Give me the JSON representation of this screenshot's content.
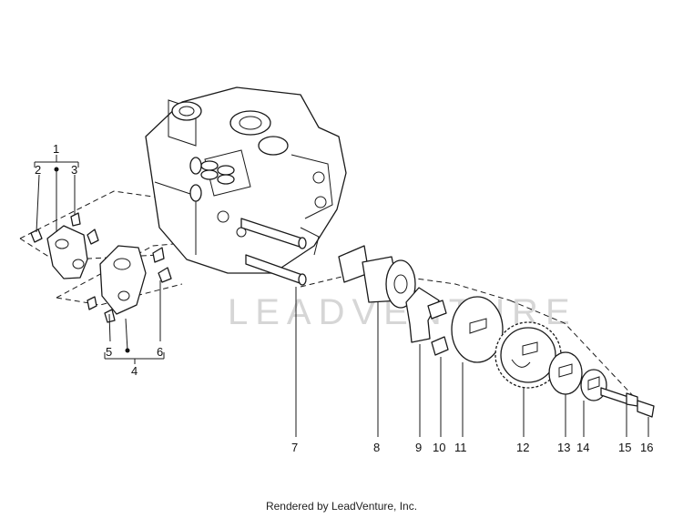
{
  "callouts": [
    "1",
    "2",
    "3",
    "4",
    "5",
    "6",
    "7",
    "8",
    "9",
    "10",
    "11",
    "12",
    "13",
    "14",
    "15",
    "16"
  ],
  "watermark": "LEADVENTURE",
  "credit": "Rendered by LeadVenture, Inc."
}
